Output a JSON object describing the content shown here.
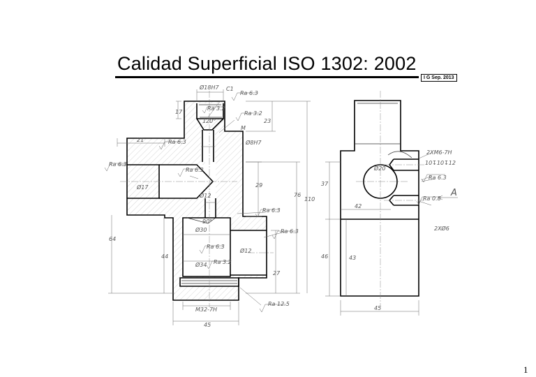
{
  "title": "Calidad Superficial ISO 1302: 2002",
  "badge": "I G  Sep. 2013",
  "page_number": "1",
  "annotations": {
    "d18h7": "Ø18H7",
    "c1": "C1",
    "ra63_top": "Ra 6.3",
    "ra32_top": "Ra 3.2",
    "ra32_mid": "Ra 3.2",
    "dim17": "17",
    "dim23": "23",
    "ang120": "120°",
    "m": "M",
    "ra63_l1": "Ra 6.3",
    "dim21": "21",
    "ra63_l2": "Ra 6.3",
    "d8h7": "Ø8H7",
    "ra63_c": "Ra 6.3",
    "d17": "Ø17",
    "dim29": "29",
    "dim76": "76",
    "dim110": "110",
    "ra63_r": "Ra 6.3",
    "ang90": "90°",
    "d30": "Ø30",
    "ra63_r2": "Ra 6.3",
    "dim64": "64",
    "dim44": "44",
    "ra63_b": "Ra 6.3",
    "d12": "Ø12",
    "d34": "Ø34",
    "ra32_b": "Ra 3.2",
    "dim27": "27",
    "m32": "M32-7H",
    "ra125": "Ra 12.5",
    "dim45_l": "45",
    "r2xm6": "2XM6-7H",
    "r10": "10↧10↧12",
    "r_ra63": "Ra 6.3",
    "r_d20": "Ø20",
    "letterA": "A",
    "r37": "37",
    "r_ra08": "Ra 0.8",
    "r2xd6": "2XØ6",
    "r46": "46",
    "r43": "43",
    "r42": "42",
    "r45": "45"
  }
}
